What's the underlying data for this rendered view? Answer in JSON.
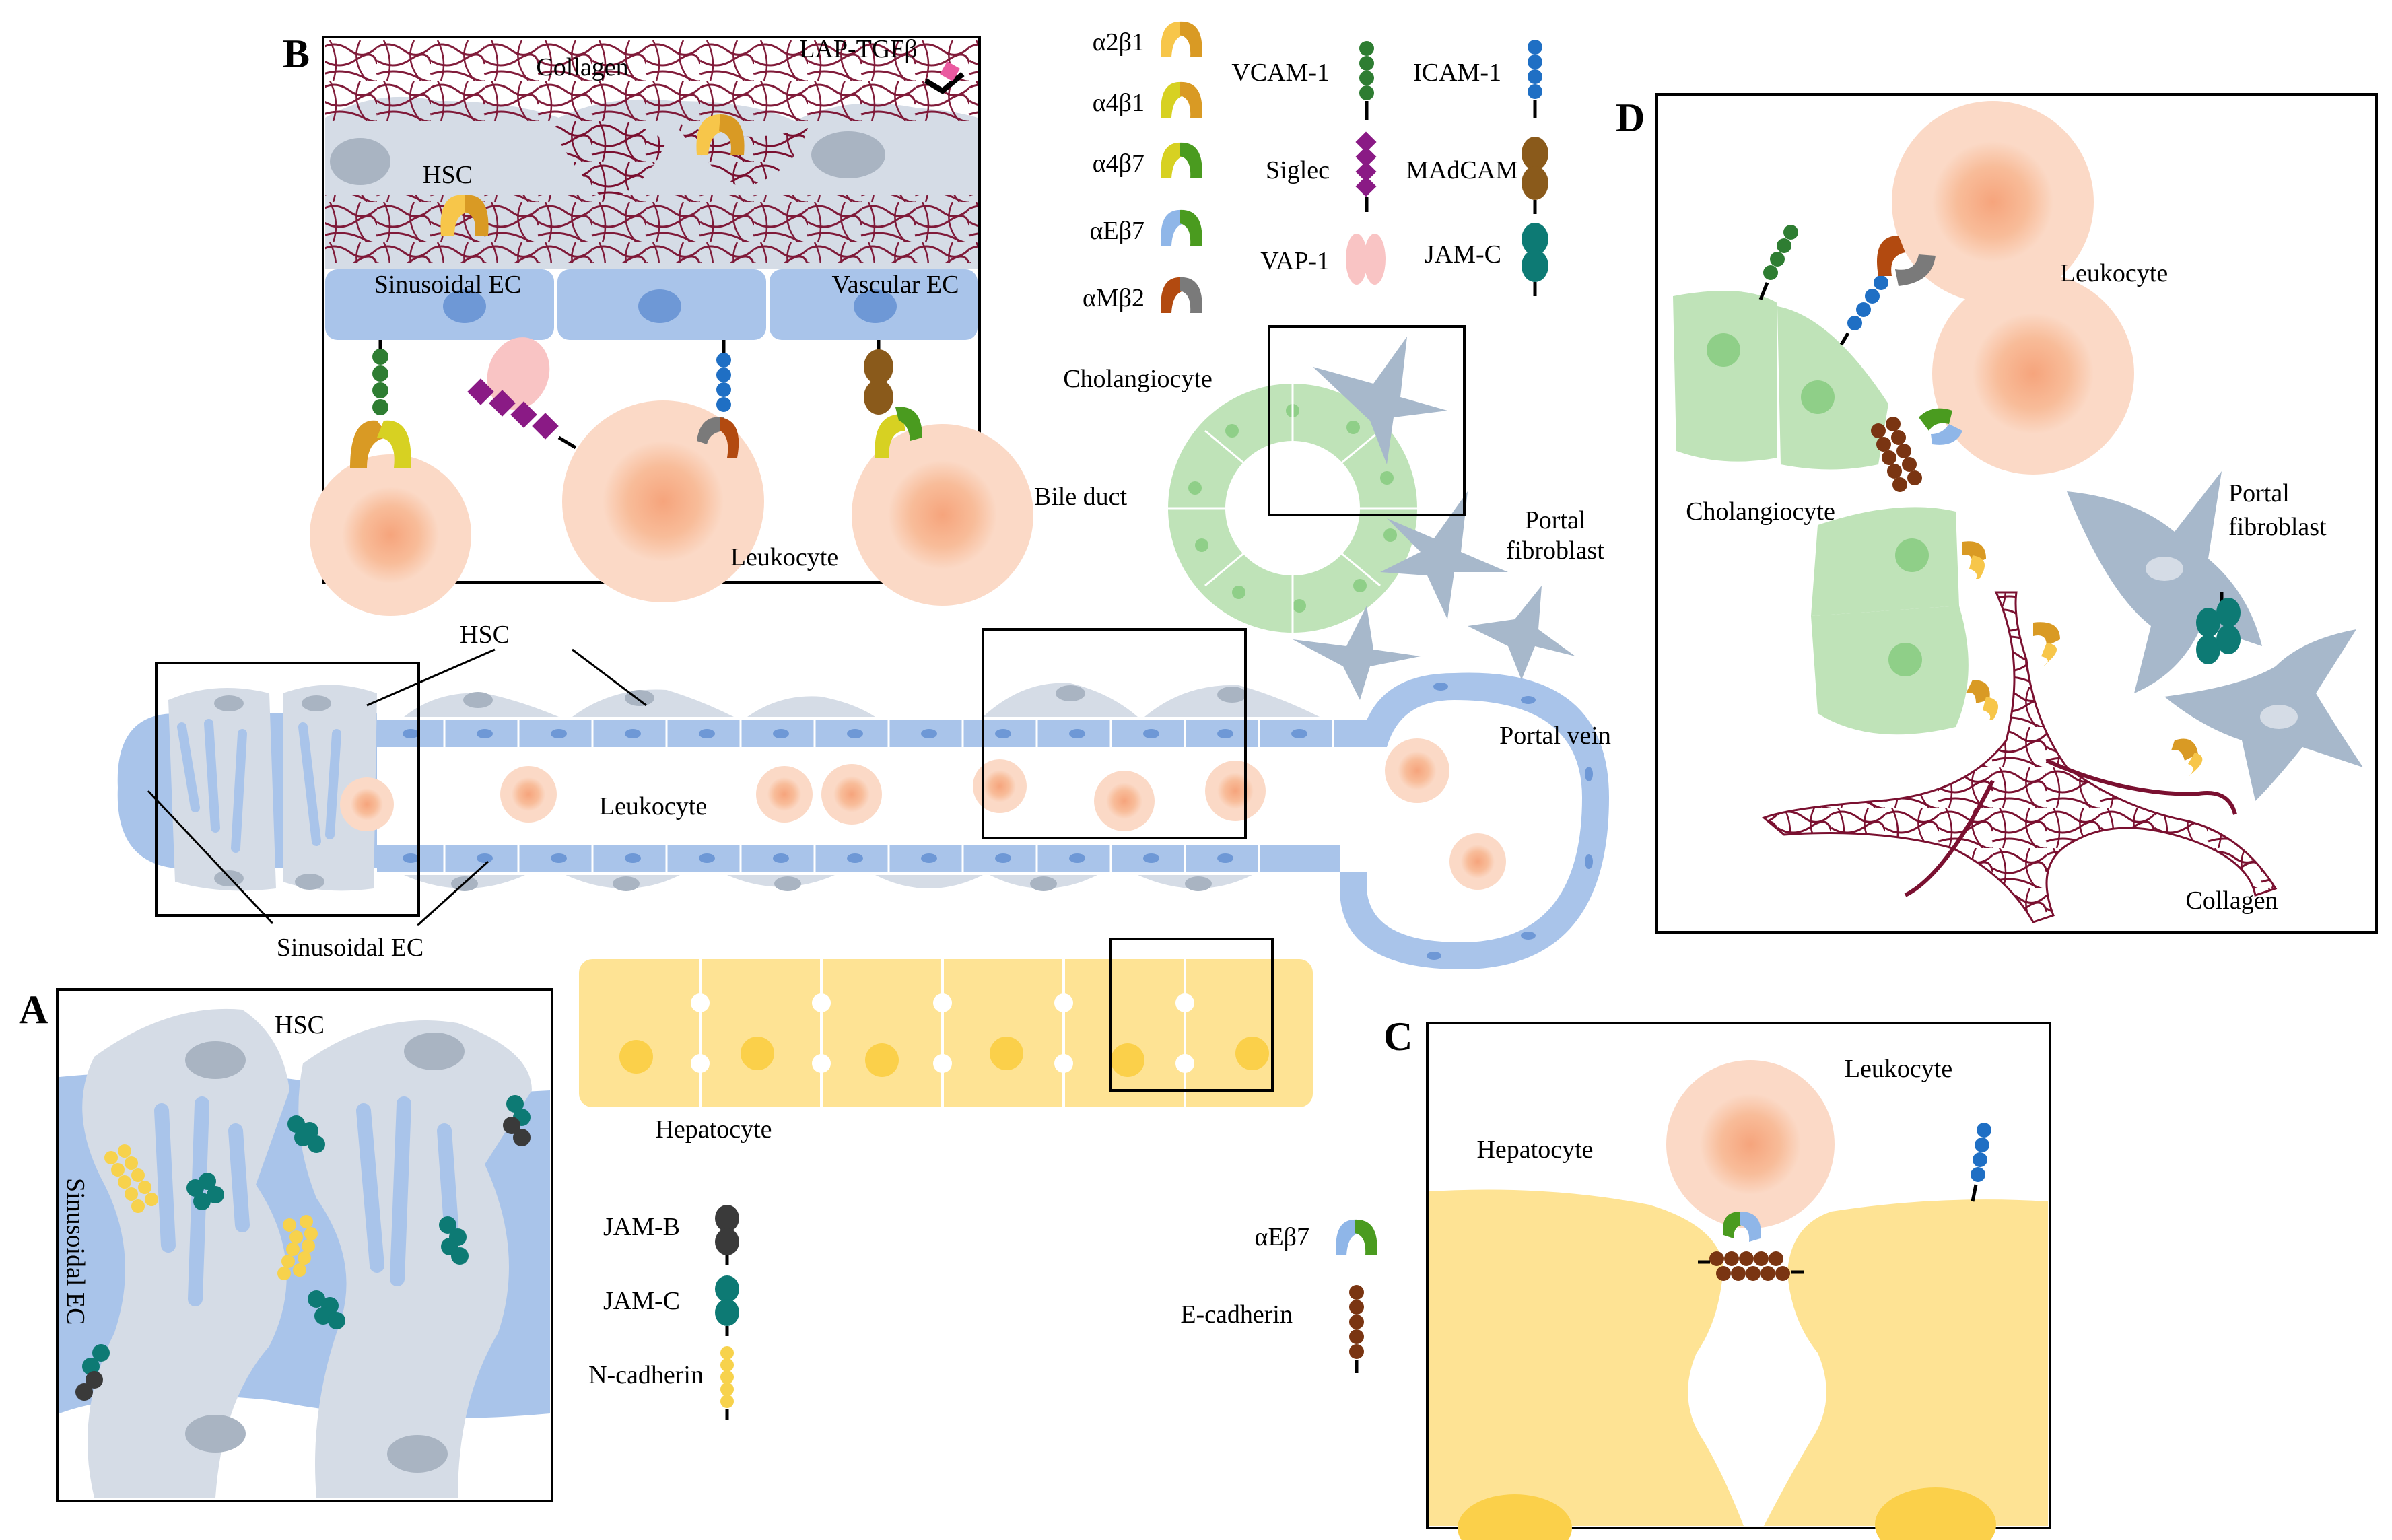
{
  "panels": {
    "a": "A",
    "b": "B",
    "c": "C",
    "d": "D"
  },
  "center": {
    "hsc": "HSC",
    "sinusoidal_ec": "Sinusoidal  EC",
    "leukocyte": "Leukocyte",
    "portal_vein": "Portal vein",
    "hepatocyte": "Hepatocyte",
    "cholangiocyte": "Cholangiocyte",
    "bile_duct": "Bile duct",
    "portal_fibroblast": [
      "Portal",
      "fibroblast"
    ]
  },
  "panel_a": {
    "hsc": "HSC",
    "sinusoidal_ec": "Sinusoidal  EC"
  },
  "panel_b": {
    "collagen": "Collagen",
    "lap_tgfb": "LAP-TGFβ",
    "hsc": "HSC",
    "sinusoidal_ec": "Sinusoidal  EC",
    "vascular_ec": "Vascular  EC",
    "leukocyte": "Leukocyte"
  },
  "panel_c": {
    "hepatocyte": "Hepatocyte",
    "leukocyte": "Leukocyte"
  },
  "panel_d": {
    "leukocyte": "Leukocyte",
    "cholangiocyte": "Cholangiocyte",
    "portal_fibroblast": [
      "Portal",
      "fibroblast"
    ],
    "collagen": "Collagen"
  },
  "legend_top": {
    "a2b1": "α2β1",
    "a4b1": "α4β1",
    "a4b7": "α4β7",
    "aEb7": "αEβ7",
    "aMb2": "αMβ2",
    "vcam1": "VCAM-1",
    "siglec": "Siglec",
    "vap1": "VAP-1",
    "icam1": "ICAM-1",
    "madcam": "MAdCAM",
    "jamc": "JAM-C"
  },
  "legend_a": {
    "jamb": "JAM-B",
    "jamc": "JAM-C",
    "ncad": "N-cadherin"
  },
  "legend_c": {
    "aEb7": "αEβ7",
    "ecad": "E-cadherin"
  },
  "colors": {
    "hsc_grey": "#d5dce6",
    "ec_blue": "#a9c4ea",
    "leukocyte_peach": "#fbd9c6",
    "hepatocyte_yellow": "#fee394",
    "cholangiocyte_green": "#bfe3b8",
    "fibroblast_grey": "#a7b8cb",
    "collagen": "#7a1030",
    "vcam1": "#2e7d32",
    "icam1": "#1f6fc4",
    "jamc": "#0d7a74",
    "jamb": "#3a3a3a",
    "ncad": "#f7d24c",
    "madcam": "#8a5a1b",
    "ecad": "#7a3512",
    "siglec": "#8a1a85"
  }
}
